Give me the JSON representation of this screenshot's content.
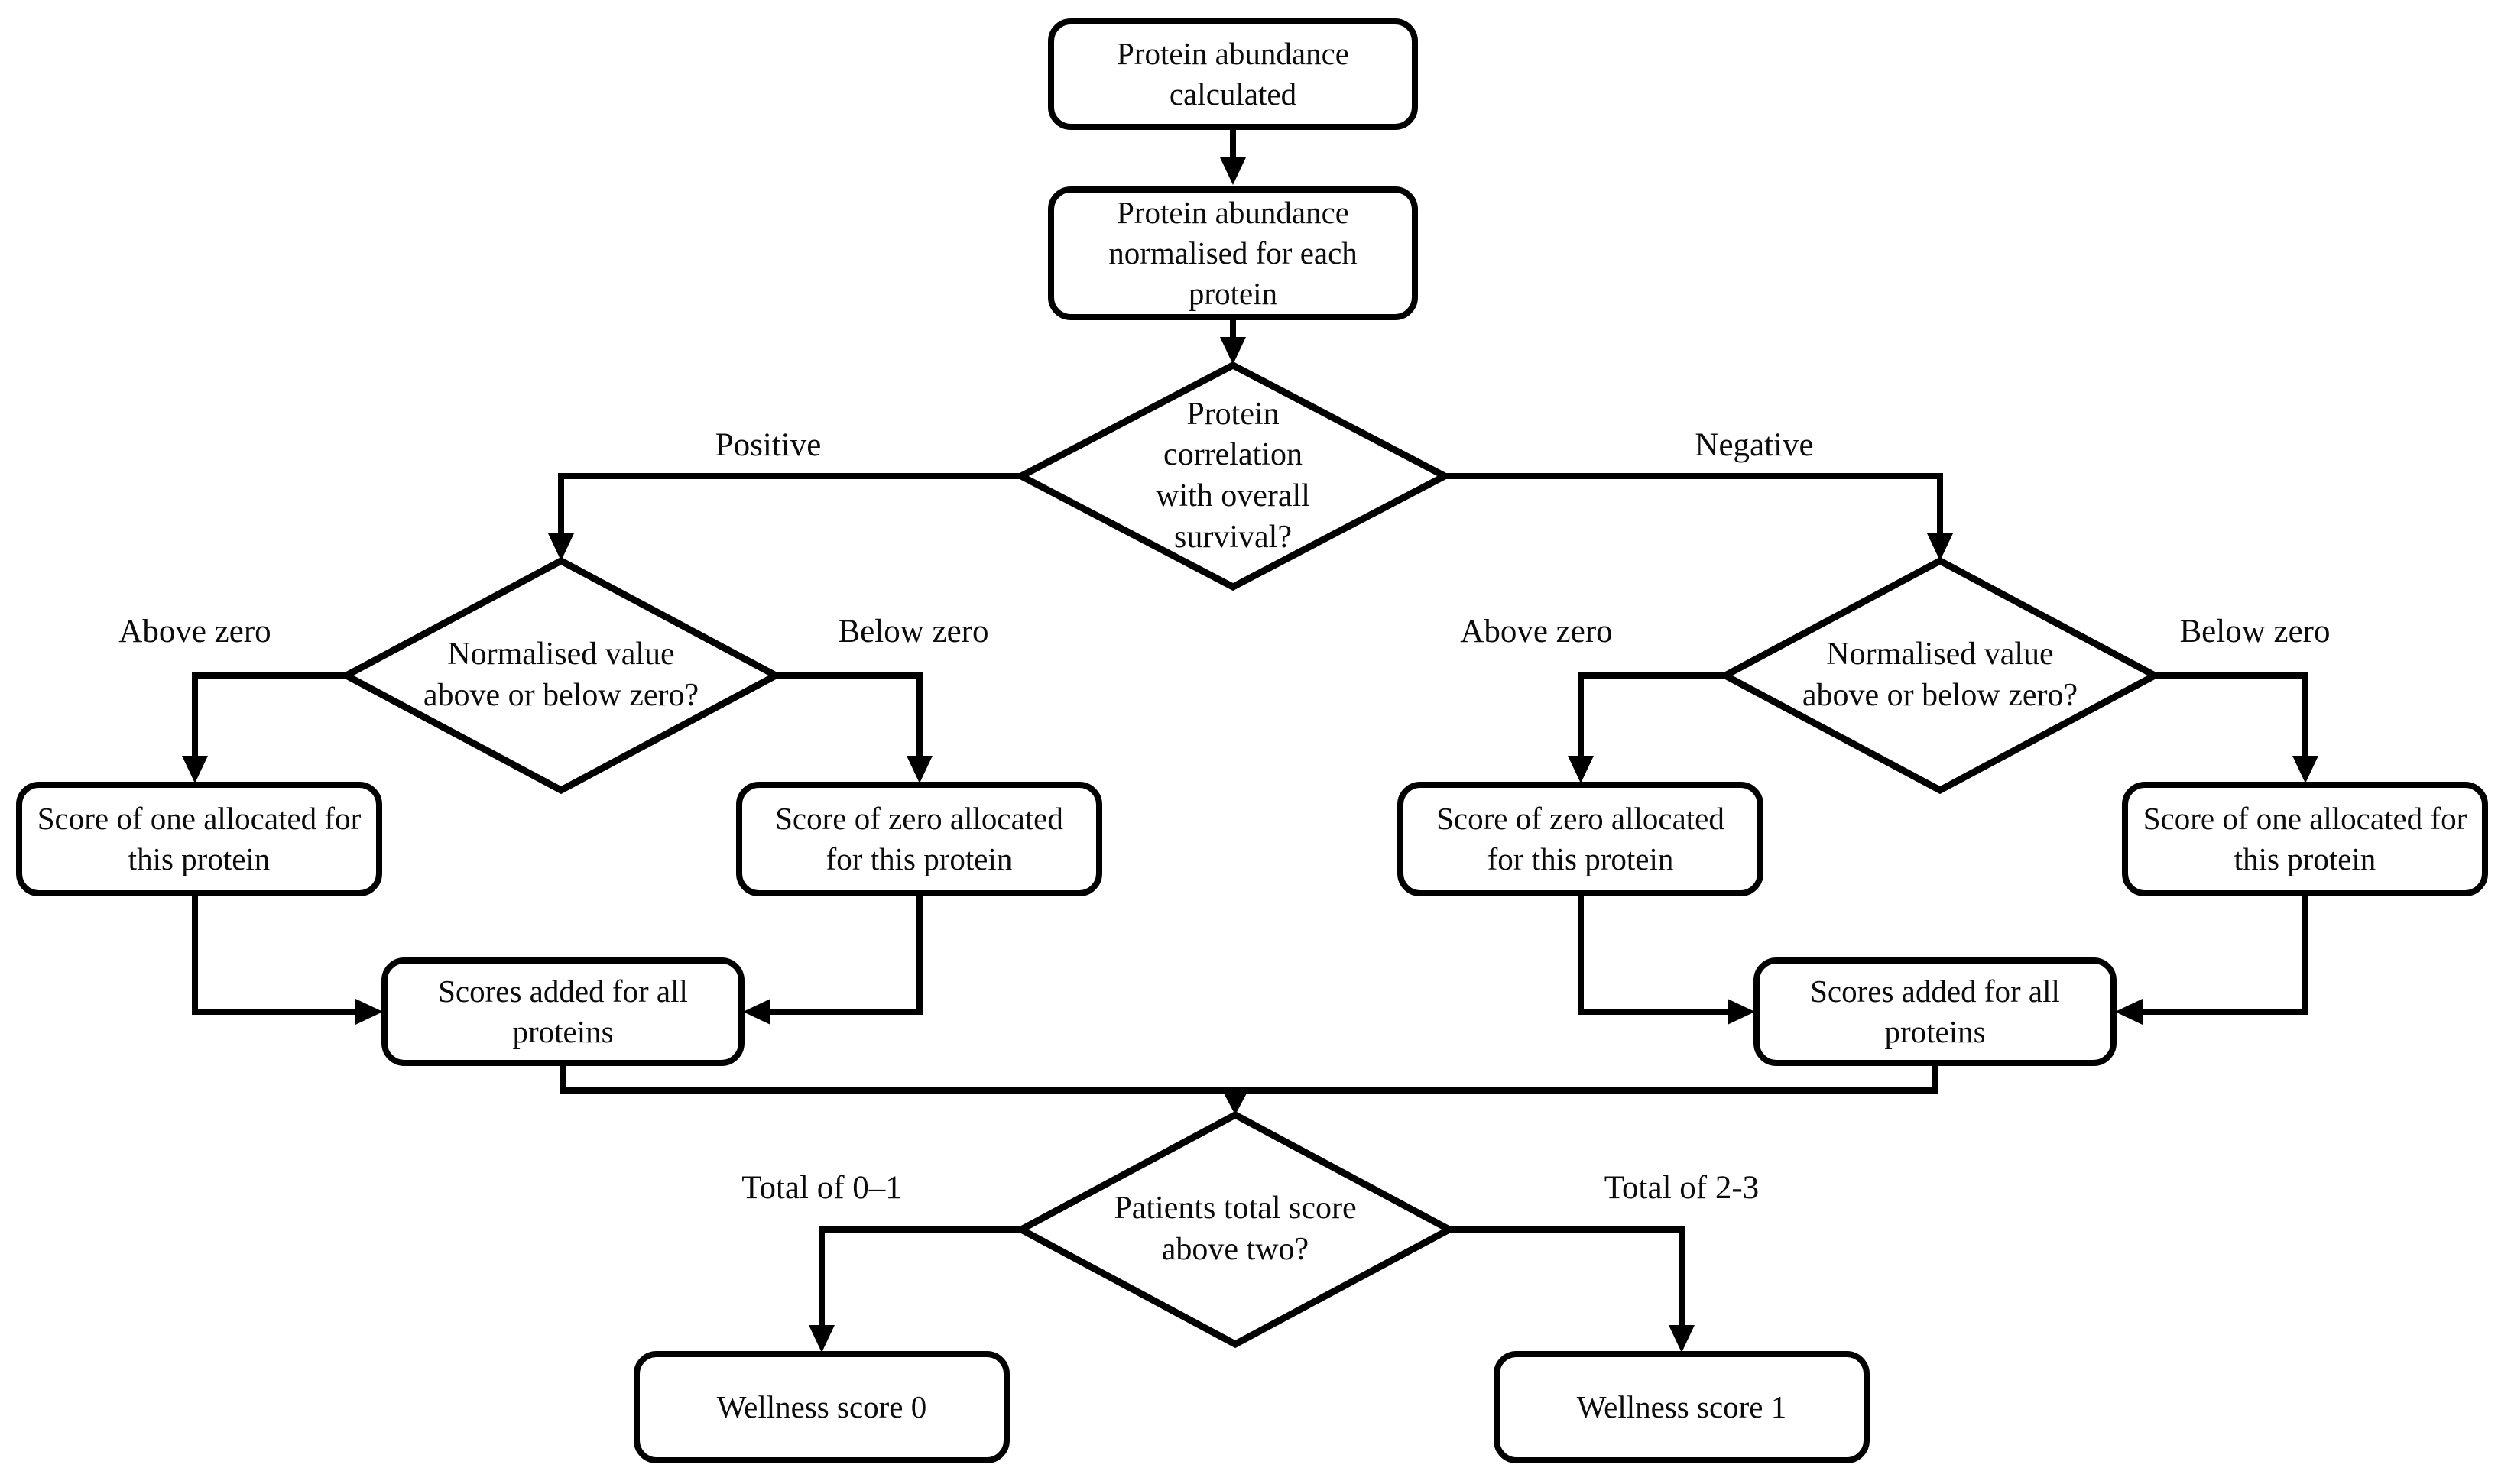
{
  "diagram": {
    "type": "flowchart",
    "background_color": "#ffffff",
    "line_color": "#000000",
    "nodes": {
      "calc": "Protein abundance\ncalculated",
      "normalise": "Protein abundance\nnormalised for each\nprotein",
      "correlation": "Protein\ncorrelation\nwith overall\nsurvival?",
      "norm_value_left": "Normalised value\nabove or below zero?",
      "norm_value_right": "Normalised value\nabove or below zero?",
      "score_one_left": "Score of one allocated for\nthis protein",
      "score_zero_left": "Score of zero allocated\nfor this protein",
      "score_zero_right": "Score of zero allocated\nfor this protein",
      "score_one_right": "Score of one allocated for\nthis protein",
      "added_left": "Scores added for all\nproteins",
      "added_right": "Scores added for all\nproteins",
      "total": "Patients total score\nabove two?",
      "wellness0": "Wellness score 0",
      "wellness1": "Wellness score 1"
    },
    "edge_labels": {
      "positive": "Positive",
      "negative": "Negative",
      "above_zero_left": "Above zero",
      "below_zero_left": "Below zero",
      "above_zero_right": "Above zero",
      "below_zero_right": "Below zero",
      "total_low": "Total of 0–1",
      "total_high": "Total of 2-3"
    }
  }
}
